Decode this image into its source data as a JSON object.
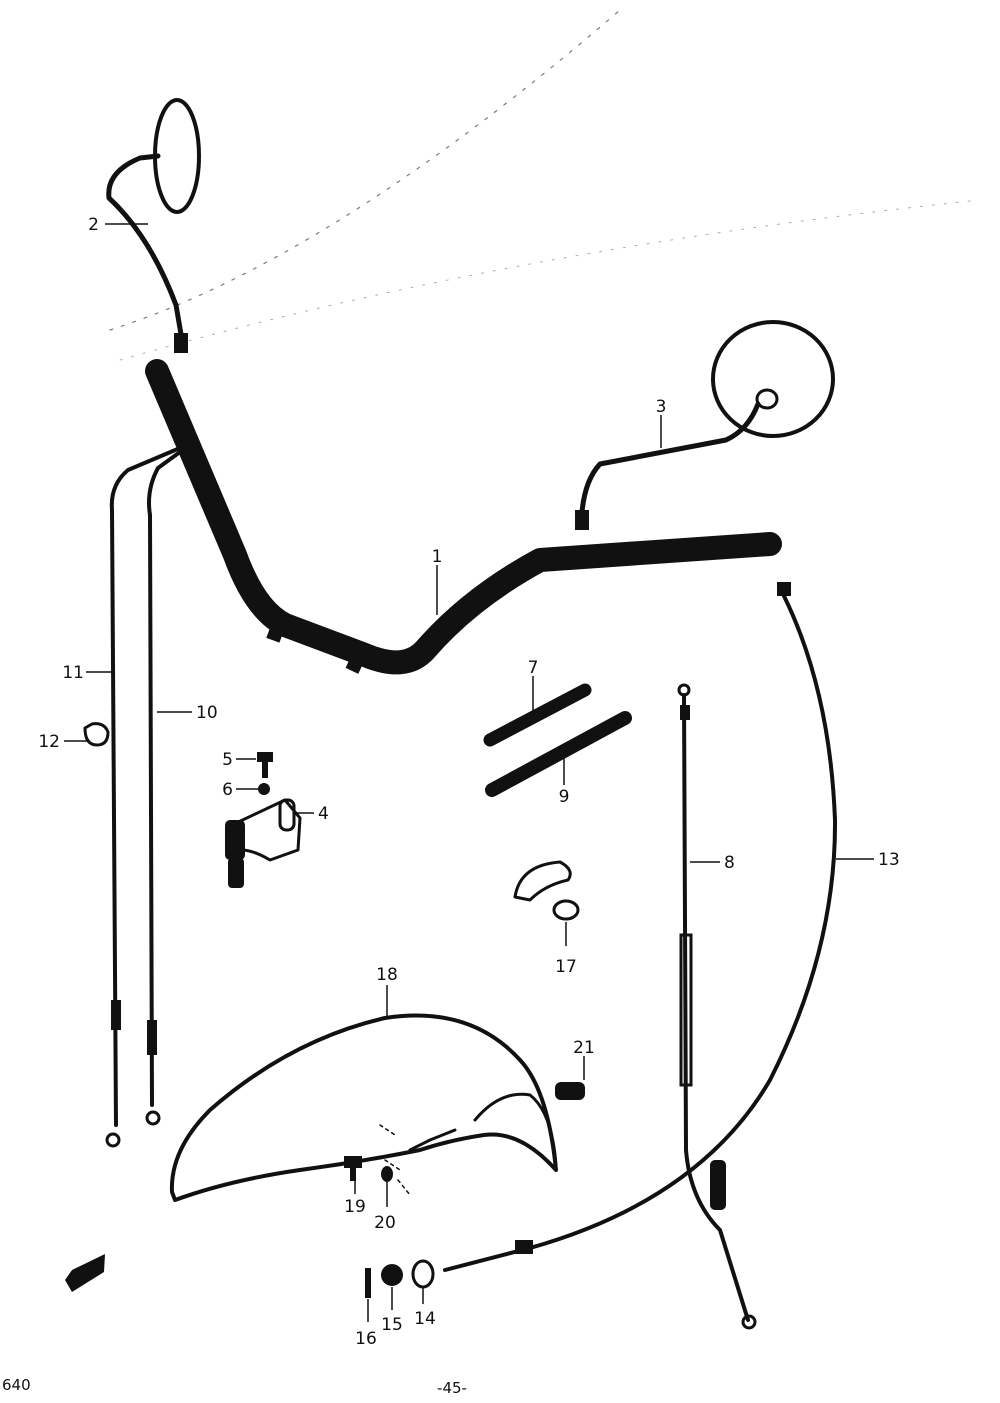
{
  "colors": {
    "ink": "#111111",
    "paper": "#ffffff"
  },
  "callouts": {
    "c1": "1",
    "c2": "2",
    "c3": "3",
    "c4": "4",
    "c5": "5",
    "c6": "6",
    "c7": "7",
    "c8": "8",
    "c9": "9",
    "c10": "10",
    "c11": "11",
    "c12": "12",
    "c13": "13",
    "c14": "14",
    "c15": "15",
    "c16": "16",
    "c17": "17",
    "c18": "18",
    "c19": "19",
    "c20": "20",
    "c21": "21"
  },
  "footer": {
    "code": "640",
    "page": "-45-"
  }
}
